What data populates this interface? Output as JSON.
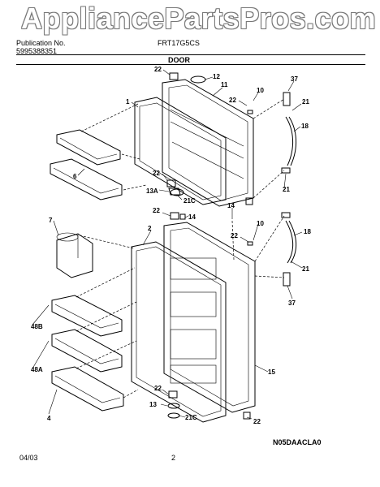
{
  "watermark": "AppliancePartsPros.com",
  "header": {
    "publication_label": "Publication No.",
    "publication_no": "5995388351",
    "model": "FRT17G5CS",
    "section": "DOOR"
  },
  "footer": {
    "date": "04/03",
    "page": "2",
    "diagram_code": "N05DAACLA0"
  },
  "labels": {
    "l22a": "22",
    "l12": "12",
    "l11": "11",
    "l10a": "10",
    "l37a": "37",
    "l21a": "21",
    "l1": "1",
    "l22b": "22",
    "l18a": "18",
    "l6": "6",
    "l22c": "22",
    "l13A": "13A",
    "l21Ca": "21C",
    "l21b": "21",
    "l22d": "22",
    "l14a": "14",
    "l14b": "14",
    "l7": "7",
    "l2": "2",
    "l10b": "10",
    "l22e": "22",
    "l18b": "18",
    "l21c": "21",
    "l37b": "37",
    "l48B": "48B",
    "l48A": "48A",
    "l15": "15",
    "l4": "4",
    "l22f": "22",
    "l13": "13",
    "l21Cb": "21C",
    "l22g": "22"
  }
}
